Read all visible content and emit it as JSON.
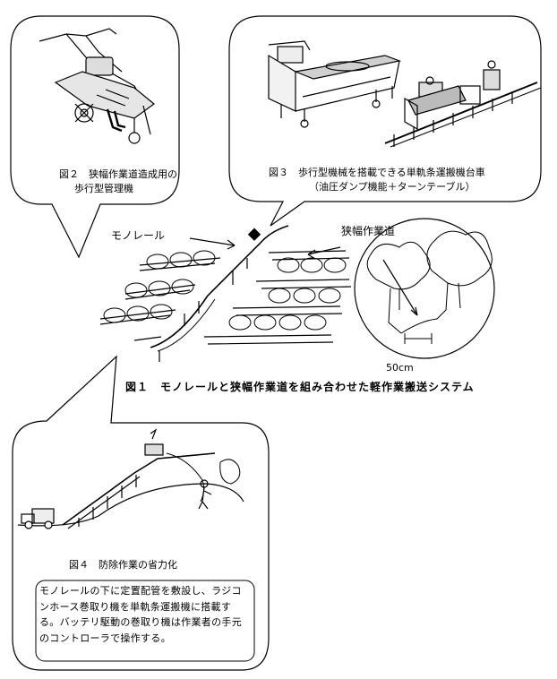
{
  "figure2": {
    "caption_line1": "図２　狭幅作業道造成用の",
    "caption_line2": "歩行型管理機"
  },
  "figure3": {
    "caption_line1": "図３　歩行型機械を搭載できる単軌条運搬機台車",
    "caption_line2": "（油圧ダンプ機能＋ターンテーブル）"
  },
  "figure1": {
    "label_monorail": "モノレール",
    "label_narrow_road": "狭幅作業道",
    "label_width": "50cm",
    "caption": "図１　モノレールと狭幅作業道を組み合わせた軽作業搬送システム"
  },
  "figure4": {
    "caption": "図４　防除作業の省力化",
    "note": "モノレールの下に定置配管を敷設し、ラジコンホース巻取り機を単軌条運搬機に搭載する。バッテリ駆動の巻取り機は作業者の手元のコントローラで操作する。"
  }
}
